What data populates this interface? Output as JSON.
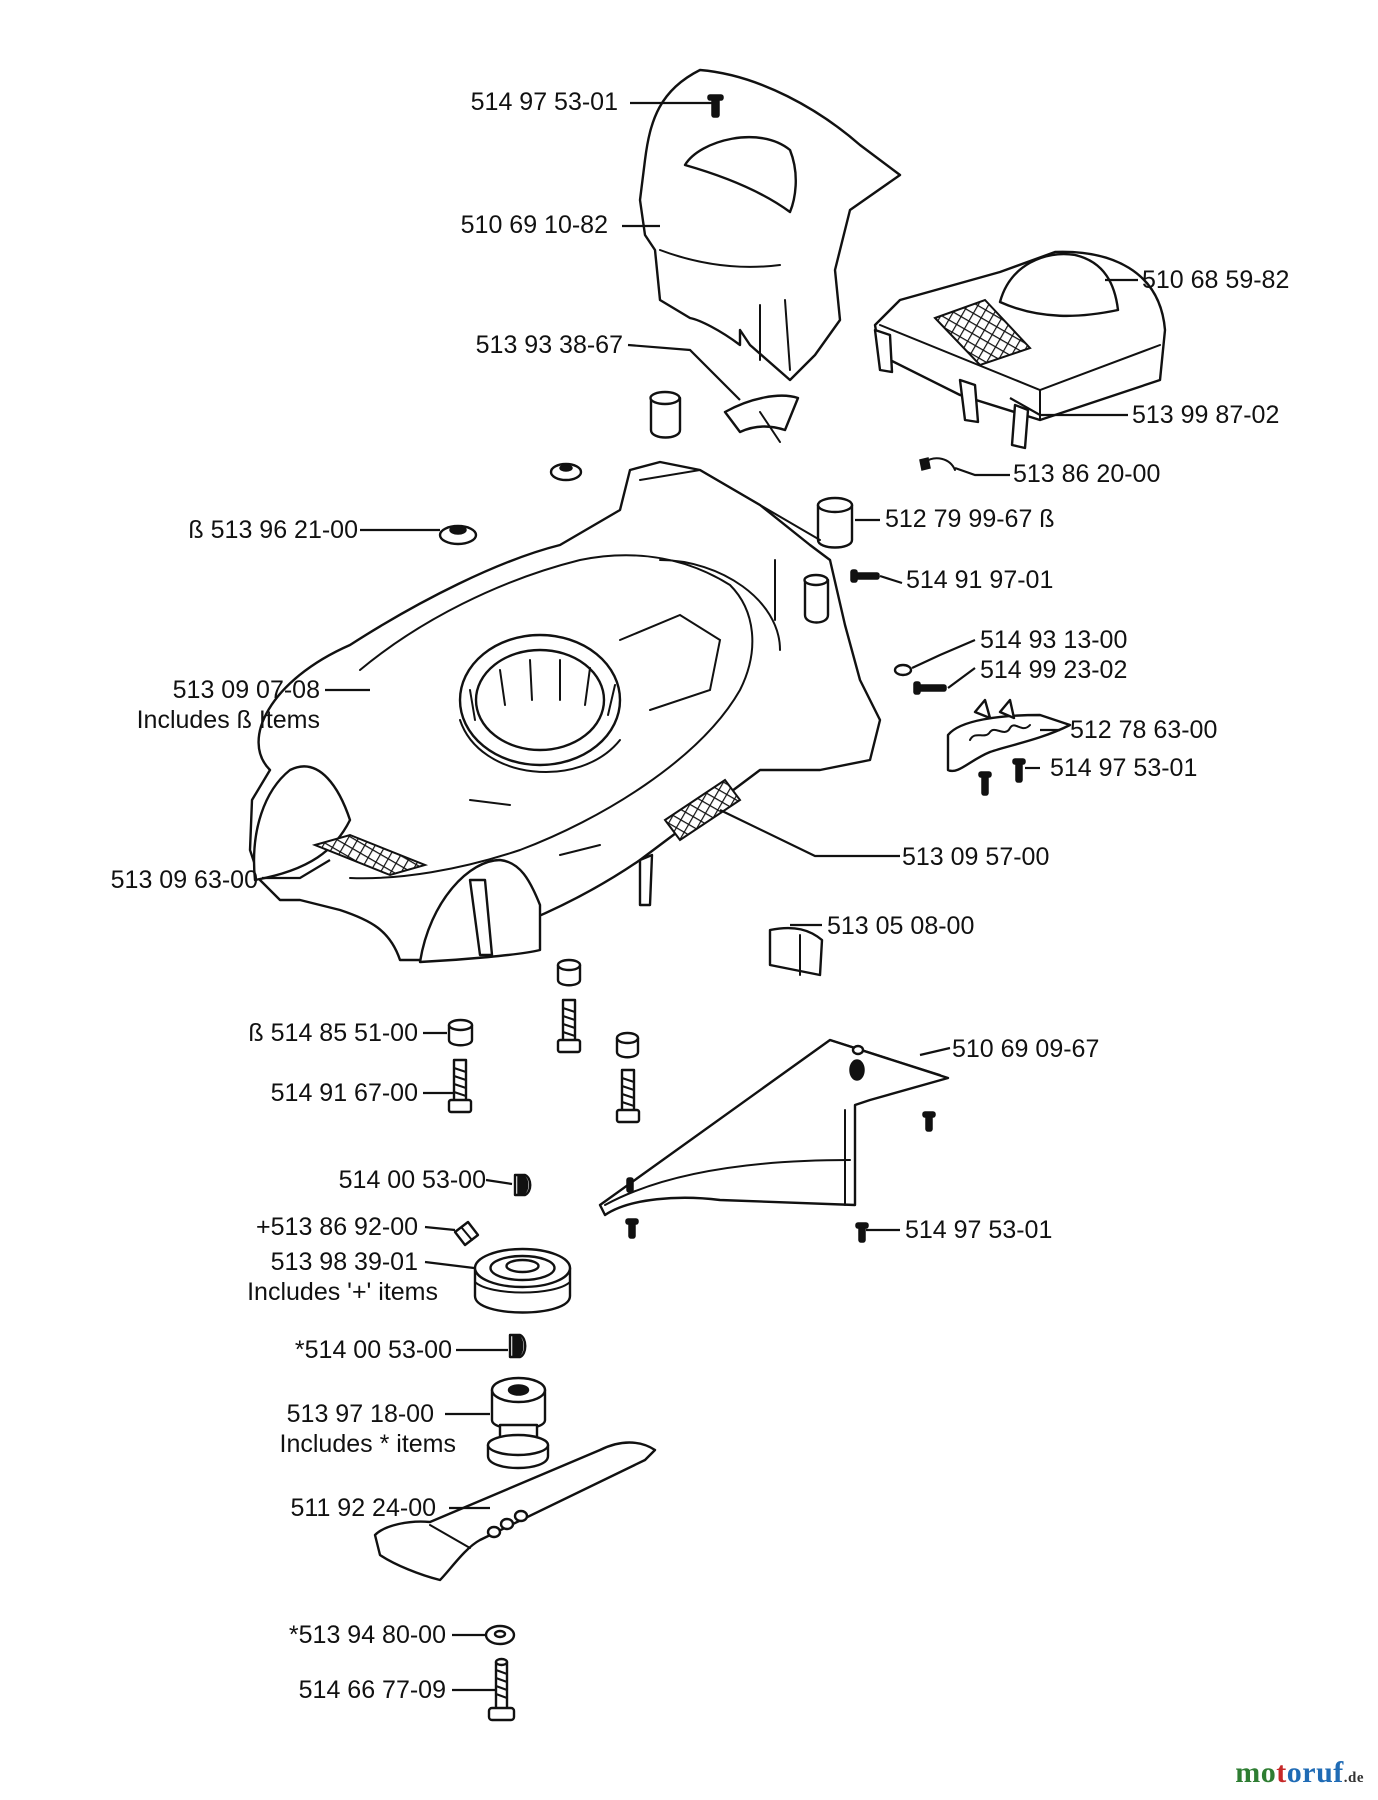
{
  "labels": {
    "l01": "514 97 53-01",
    "l02": "510 69 10-82",
    "l03": "510 68 59-82",
    "l04": "513 93 38-67",
    "l05": "513 99 87-02",
    "l06": "513 86 20-00",
    "l07": "ß 513 96 21-00",
    "l08": "512 79 99-67 ß",
    "l09": "514 91 97-01",
    "l10": "514 93 13-00",
    "l11": "514 99 23-02",
    "l12": "513 09 07-08",
    "l12b": "Includes ß Items",
    "l13": "512 78 63-00",
    "l14": "514 97 53-01",
    "l15": "513 09 57-00",
    "l16": "513 09 63-00",
    "l17": "513 05 08-00",
    "l18": "ß 514 85 51-00",
    "l19": "514 91 67-00",
    "l20": "510 69 09-67",
    "l21": "514 00 53-00",
    "l22": "+513 86 92-00",
    "l23": "513 98 39-01",
    "l23b": "Includes '+' items",
    "l24": "514 97 53-01",
    "l25": "*514 00 53-00",
    "l26": "513 97 18-00",
    "l26b": "Includes  *  items",
    "l27": "511 92 24-00",
    "l28": "*513 94 80-00",
    "l29": "514 66 77-09"
  },
  "watermark": {
    "main": "motoruf",
    "tld": ".de",
    "colors": {
      "mo": "#2e7d32",
      "t": "#c62828",
      "oruf": "#1f6bb5",
      "tld": "#333333"
    }
  }
}
